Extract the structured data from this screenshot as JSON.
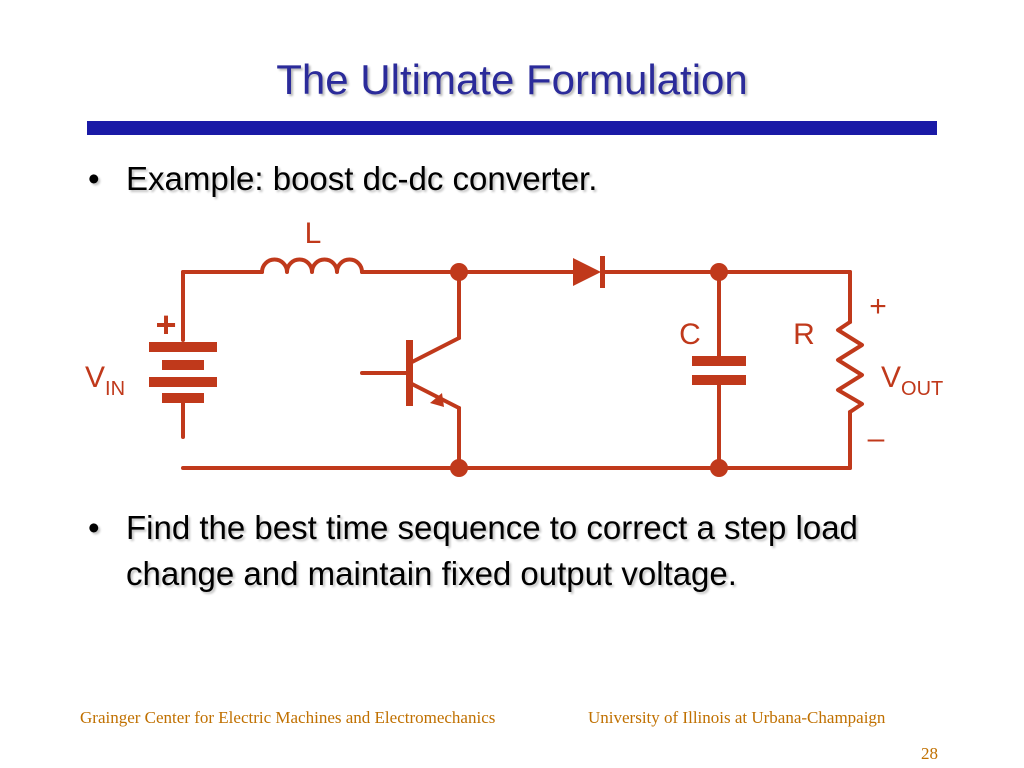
{
  "slide": {
    "title": "The Ultimate Formulation",
    "page_number": "28"
  },
  "bullets": [
    {
      "marker": "•",
      "text": "Example:  boost dc-dc converter."
    },
    {
      "marker": "•",
      "text": "Find the best time sequence to correct a step load change and maintain fixed output voltage."
    }
  ],
  "circuit": {
    "inductor_label": "L",
    "capacitor_label": "C",
    "resistor_label": "R",
    "battery_plus": "+",
    "vin_main": "V",
    "vin_sub": "IN",
    "vout_main": "V",
    "vout_sub": "OUT",
    "vout_plus": "+",
    "vout_minus": "–",
    "wire_color": "#c0391b"
  },
  "footer": {
    "left": "Grainger Center for Electric Machines and Electromechanics",
    "right": "University of Illinois at Urbana-Champaign"
  }
}
